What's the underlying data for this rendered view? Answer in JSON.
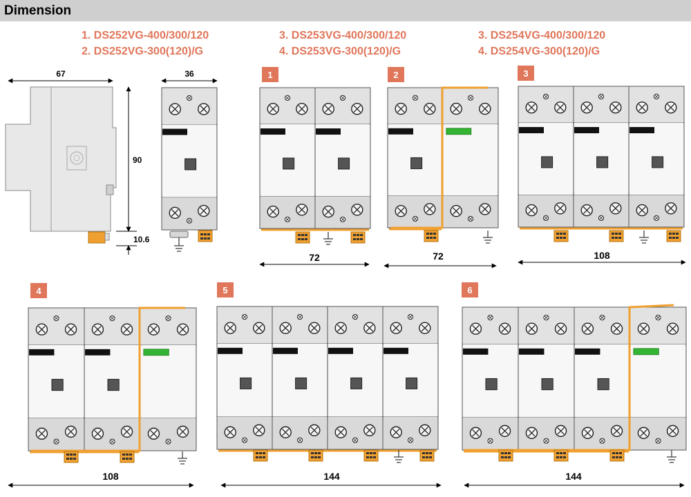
{
  "header": {
    "title": "Dimension"
  },
  "models": [
    {
      "line1": "1. DS252VG-400/300/120",
      "line2": "2. DS252VG-300(120)/G"
    },
    {
      "line1": "3. DS253VG-400/300/120",
      "line2": "4. DS253VG-300(120)/G"
    },
    {
      "line1": "3. DS254VG-400/300/120",
      "line2": "4. DS254VG-300(120)/G"
    }
  ],
  "side_view": {
    "width_label": "67",
    "height_label": "90",
    "clip_label": "10.6"
  },
  "front_view": {
    "width_label": "36"
  },
  "variants": [
    {
      "number": "1",
      "width_label": "72"
    },
    {
      "number": "2",
      "width_label": "72"
    },
    {
      "number": "3",
      "width_label": "108"
    },
    {
      "number": "4",
      "width_label": "108"
    },
    {
      "number": "5",
      "width_label": "144"
    },
    {
      "number": "6",
      "width_label": "144"
    }
  ],
  "colors": {
    "badge": "#e0765a",
    "accent_orange": "#f0a030",
    "indicator_green": "#33b533",
    "module_fill": "#eeeeee",
    "header_bar": "#cfcfcf"
  }
}
